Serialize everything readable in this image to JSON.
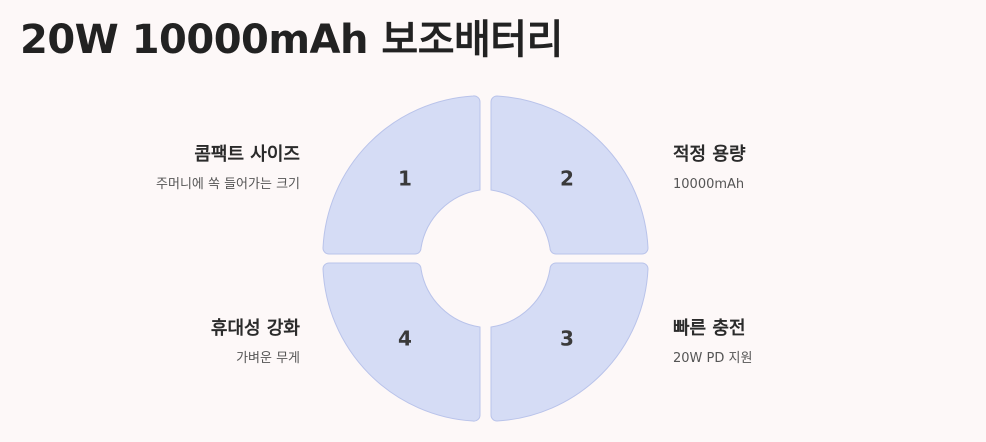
{
  "title": "20W 10000mAh 보조배터리",
  "colors": {
    "segment_fill": "#d5dcf5",
    "segment_stroke": "#b9c3ea",
    "background": "#fdf8f8",
    "text": "#2b2b2b"
  },
  "segments": [
    {
      "number": "1",
      "title": "콤팩트 사이즈",
      "desc": "주머니에 쏙 들어가는 크기"
    },
    {
      "number": "2",
      "title": "적정 용량",
      "desc": "10000mAh"
    },
    {
      "number": "3",
      "title": "빠른 충전",
      "desc": "20W PD 지원"
    },
    {
      "number": "4",
      "title": "휴대성 강화",
      "desc": "가벼운 무게"
    }
  ]
}
